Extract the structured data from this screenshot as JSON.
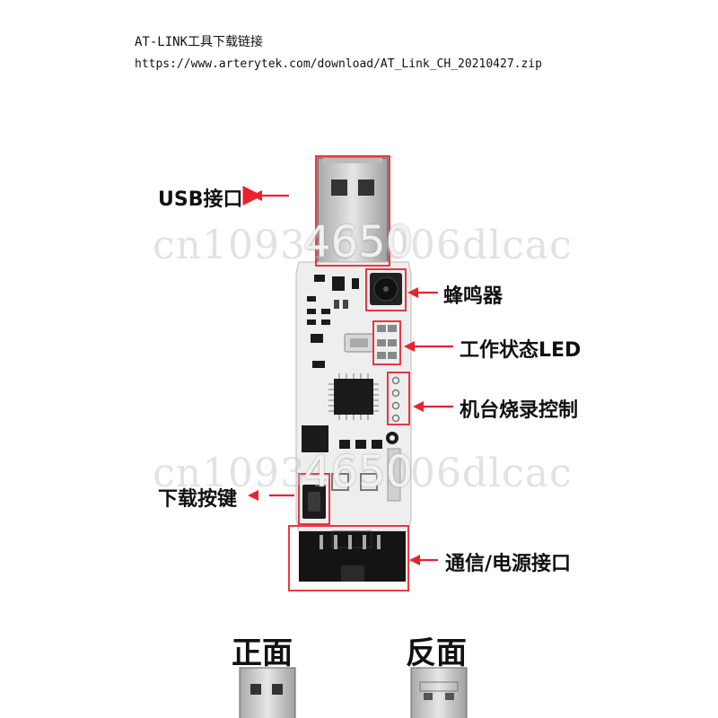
{
  "header": {
    "title": "AT-LINK工具下载链接",
    "url": "https://www.arterytek.com/download/AT_Link_CH_20210427.zip"
  },
  "callouts": {
    "usb": "USB接口",
    "buzzer": "蜂鸣器",
    "led": "工作状态LED",
    "machine": "机台烧录控制",
    "button": "下载按键",
    "comm": "通信/电源接口"
  },
  "views": {
    "front": "正面",
    "back": "反面"
  },
  "watermark": {
    "text": "cn1093465006dlcac",
    "overlay": "4650"
  },
  "colors": {
    "arrow": "#e8232e",
    "board": "#eeeeee",
    "chip": "#1b1b1b",
    "usb_metal": "#c9c9c9"
  }
}
